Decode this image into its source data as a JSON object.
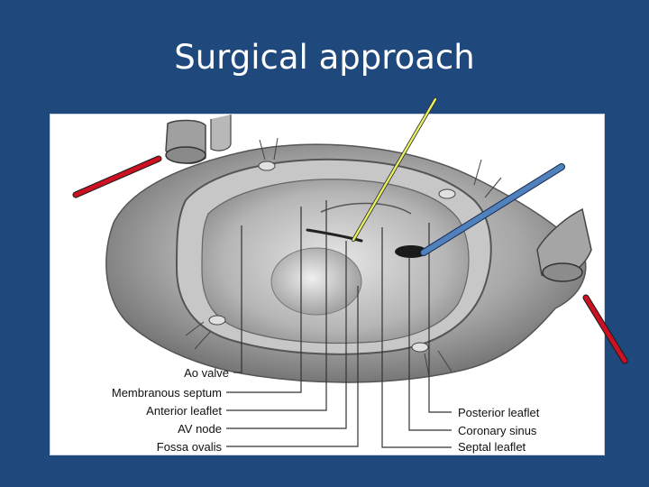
{
  "slide": {
    "title": "Surgical approach",
    "background_color": "#1f497d"
  },
  "figure": {
    "left_labels": [
      "Ao valve",
      "Membranous septum",
      "Anterior leaflet",
      "AV node",
      "Fossa ovalis"
    ],
    "right_labels": [
      "Posterior leaflet",
      "Coronary sinus",
      "Septal leaflet"
    ]
  },
  "arrows": [
    {
      "name": "red-arrow-left",
      "color": "#cc1122"
    },
    {
      "name": "yellow-arrow",
      "color": "#e8f060"
    },
    {
      "name": "blue-arrow",
      "color": "#4f81bd"
    },
    {
      "name": "red-arrow-right",
      "color": "#cc1122"
    }
  ]
}
